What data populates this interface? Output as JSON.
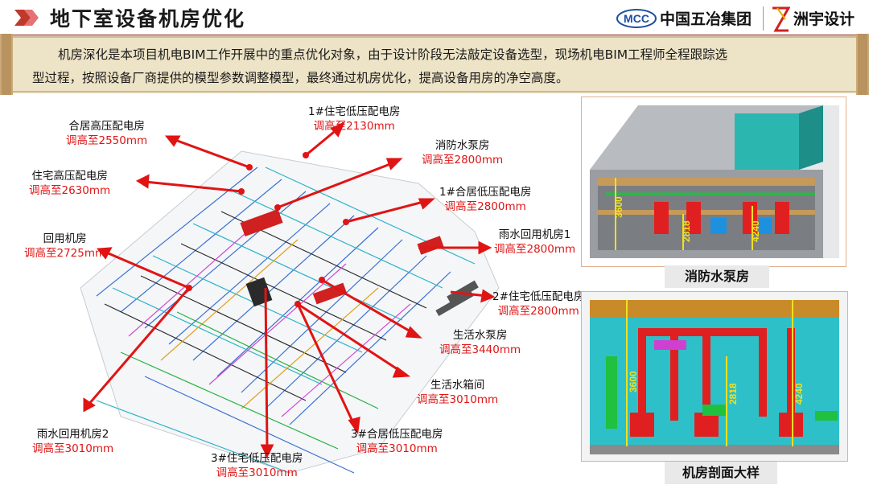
{
  "header": {
    "title": "地下室设备机房优化",
    "logo_left": "中国五冶集团",
    "logo_left_mark": "MCC",
    "logo_right": "洲宇设计"
  },
  "intro": {
    "line1": "机房深化是本项目机电BIM工作开展中的重点优化对象，由于设计阶段无法敲定设备选型，现场机电BIM工程师全程跟踪选",
    "line2": "型过程，按照设备厂商提供的模型参数调整模型，最终通过机房优化，提高设备用房的净空高度。"
  },
  "rooms": [
    {
      "name": "合居高压配电房",
      "value": "调高至2550mm"
    },
    {
      "name": "1#住宅低压配电房",
      "value": "调高至2130mm"
    },
    {
      "name": "消防水泵房",
      "value": "调高至2800mm"
    },
    {
      "name": "住宅高压配电房",
      "value": "调高至2630mm"
    },
    {
      "name": "1#合居低压配电房",
      "value": "调高至2800mm"
    },
    {
      "name": "回用机房",
      "value": "调高至2725mm"
    },
    {
      "name": "雨水回用机房1",
      "value": "调高至2800mm"
    },
    {
      "name": "2#住宅低压配电房",
      "value": "调高至2800mm"
    },
    {
      "name": "生活水泵房",
      "value": "调高至3440mm"
    },
    {
      "name": "生活水箱间",
      "value": "调高至3010mm"
    },
    {
      "name": "雨水回用机房2",
      "value": "调高至3010mm"
    },
    {
      "name": "3#合居低压配电房",
      "value": "调高至3010mm"
    },
    {
      "name": "3#住宅低压配电房",
      "value": "调高至3010mm"
    }
  ],
  "panels": {
    "top_caption": "消防水泵房",
    "bottom_caption": "机房剖面大样",
    "dims": [
      "3600",
      "2818",
      "4240"
    ]
  },
  "colors": {
    "arrow": "#e11414",
    "title_rule": "#8a1a1a",
    "scroll": "#ede3c6"
  }
}
